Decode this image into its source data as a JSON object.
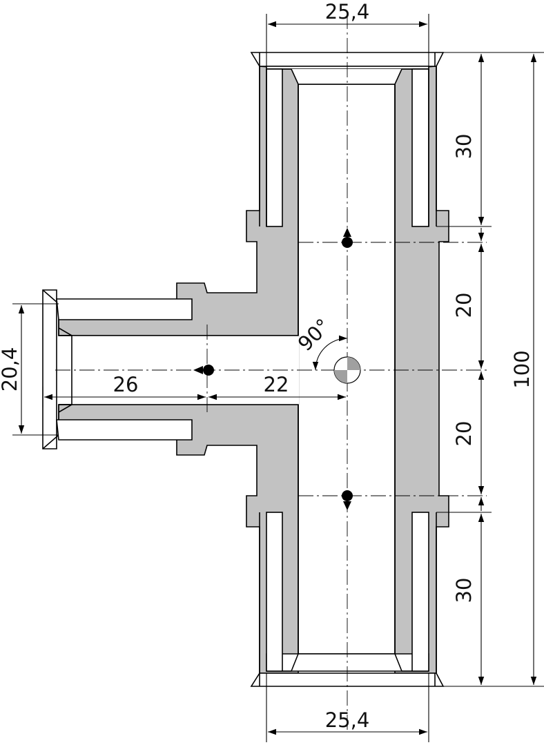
{
  "colors": {
    "body_fill": "#c2c2c2",
    "background": "#ffffff",
    "line": "#000000"
  },
  "dimensions": {
    "top_width": "25,4",
    "bottom_width": "25,4",
    "branch_width": "20,4",
    "branch_length_outer": "26",
    "branch_length_inner": "22",
    "upper_socket_depth": "30",
    "upper_center_offset": "20",
    "lower_center_offset": "20",
    "lower_socket_depth": "30",
    "overall_length": "100",
    "angle": "90°"
  },
  "symbols": {
    "flow_marker_icon": "flow-arrow-marker",
    "center_icon": "center-of-gravity-icon"
  }
}
